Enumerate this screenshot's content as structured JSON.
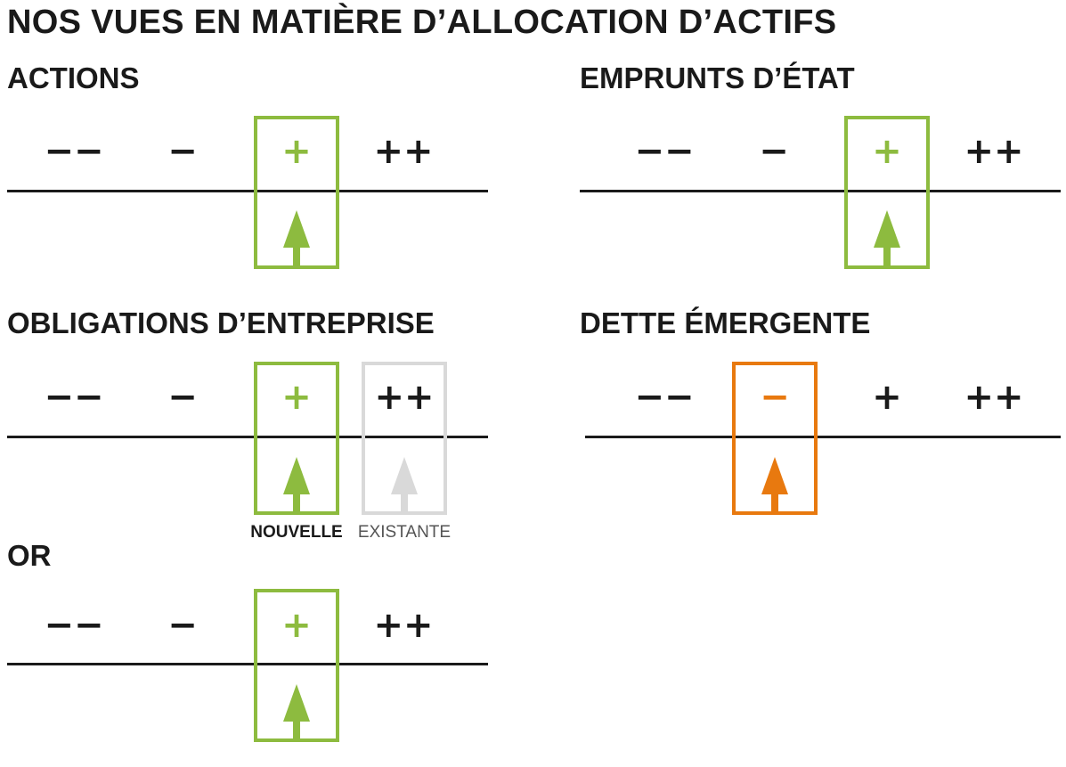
{
  "title": "NOS VUES EN MATIÈRE D’ALLOCATION D’ACTIFS",
  "colors": {
    "ink": "#1a1a1a",
    "new_view": "#8dbb3f",
    "existing_view": "#d9d9d9",
    "negative_view": "#e8790f"
  },
  "panels": [
    {
      "id": "actions",
      "title": "ACTIONS",
      "scale": [
        "−−",
        "−",
        "+",
        "++"
      ],
      "selected": "+",
      "selected_color": "new_view",
      "existing": null
    },
    {
      "id": "emprunts",
      "title": "EMPRUNTS D’ÉTAT",
      "scale": [
        "−−",
        "−",
        "+",
        "++"
      ],
      "selected": "+",
      "selected_color": "new_view",
      "existing": null
    },
    {
      "id": "obligations",
      "title": "OBLIGATIONS D’ENTREPRISE",
      "scale": [
        "−−",
        "−",
        "+",
        "++"
      ],
      "selected": "+",
      "selected_color": "new_view",
      "existing": "++",
      "selected_caption": "NOUVELLE",
      "existing_caption": "EXISTANTE"
    },
    {
      "id": "dette",
      "title": "DETTE ÉMERGENTE",
      "scale": [
        "−−",
        "−",
        "+",
        "++"
      ],
      "selected": "−",
      "selected_color": "negative_view",
      "existing": null
    },
    {
      "id": "or",
      "title": "OR",
      "scale": [
        "−−",
        "−",
        "+",
        "++"
      ],
      "selected": "+",
      "selected_color": "new_view",
      "existing": null
    }
  ]
}
